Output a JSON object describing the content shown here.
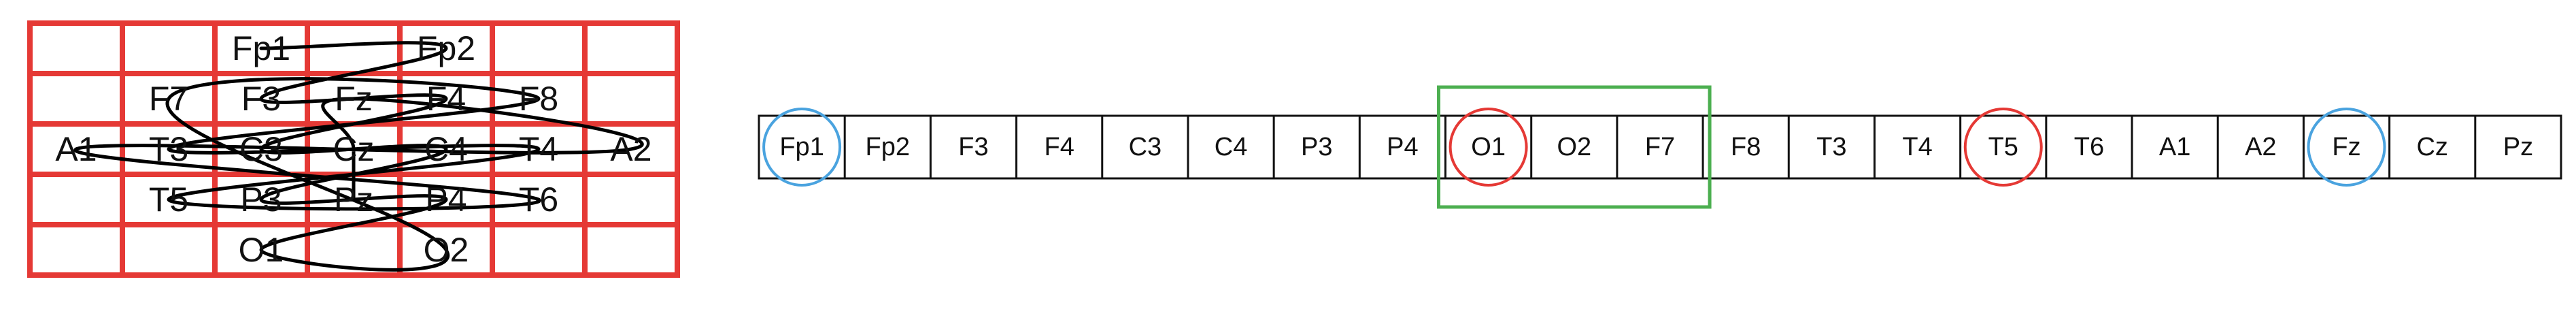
{
  "colors": {
    "grid": "#e53935",
    "trace": "#000000",
    "strip_border": "#111111",
    "blue_marker": "#4aa3df",
    "red_marker": "#e53935",
    "green_box": "#4caf50"
  },
  "montage_grid": {
    "rows": [
      [
        "",
        "",
        "Fp1",
        "",
        "Fp2",
        "",
        ""
      ],
      [
        "",
        "F7",
        "F3",
        "Fz",
        "F4",
        "F8",
        ""
      ],
      [
        "A1",
        "T3",
        "C3",
        "Cz",
        "C4",
        "T4",
        "A2"
      ],
      [
        "",
        "T5",
        "P3",
        "Pz",
        "P4",
        "T6",
        ""
      ],
      [
        "",
        "",
        "O1",
        "",
        "O2",
        "",
        ""
      ]
    ],
    "trace_order": [
      "Fp1",
      "Fp2",
      "F3",
      "F4",
      "C3",
      "C4",
      "P3",
      "P4",
      "O1",
      "O2",
      "F7",
      "F8",
      "T3",
      "T4",
      "T5",
      "T6",
      "A1",
      "A2",
      "Fz",
      "Cz",
      "Pz"
    ]
  },
  "channel_strip": {
    "labels": [
      "Fp1",
      "Fp2",
      "F3",
      "F4",
      "C3",
      "C4",
      "P3",
      "P4",
      "O1",
      "O2",
      "F7",
      "F8",
      "T3",
      "T4",
      "T5",
      "T6",
      "A1",
      "A2",
      "Fz",
      "Cz",
      "Pz"
    ],
    "blue_circled": [
      "Fp1",
      "Fz"
    ],
    "red_circled": [
      "O1",
      "T5"
    ],
    "green_box": [
      "O1",
      "O2",
      "F7"
    ]
  }
}
